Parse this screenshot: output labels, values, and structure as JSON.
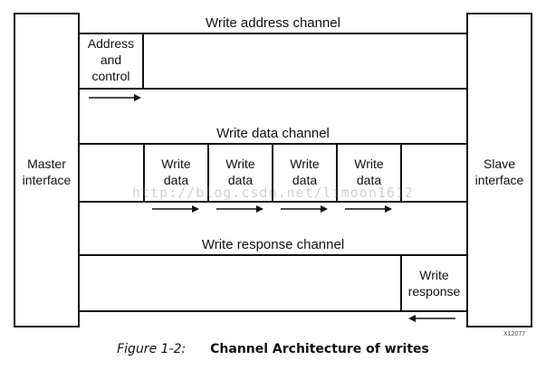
{
  "master": {
    "label": "Master\ninterface"
  },
  "slave": {
    "label": "Slave\ninterface"
  },
  "channels": {
    "write_address": {
      "title": "Write address channel",
      "cell": "Address\nand\ncontrol"
    },
    "write_data": {
      "title": "Write data channel",
      "cells": [
        "Write\ndata",
        "Write\ndata",
        "Write\ndata",
        "Write\ndata"
      ]
    },
    "write_response": {
      "title": "Write response channel",
      "cell": "Write\nresponse"
    }
  },
  "watermark": "http://blog.csdn.net/limoon1612",
  "caption": {
    "number": "Figure 1-2:",
    "title": "Channel Architecture of writes"
  },
  "image_code": "X12077",
  "colors": {
    "line": "#111111",
    "background": "#ffffff",
    "watermark": "#787878"
  }
}
